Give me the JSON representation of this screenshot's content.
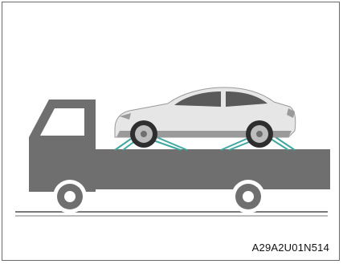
{
  "figure_code": "A29A2U01N514",
  "colors": {
    "truck": "#6f6f6f",
    "truck_window": "#ffffff",
    "car_body": "#e6e6e6",
    "car_shadow": "#9a9a9a",
    "tie_down": "#3fa7a0",
    "ground": "#7a7a7a"
  },
  "icons": {
    "truck": "flatbed-tow-truck",
    "car": "sedan",
    "straps": "tie-down-straps"
  }
}
